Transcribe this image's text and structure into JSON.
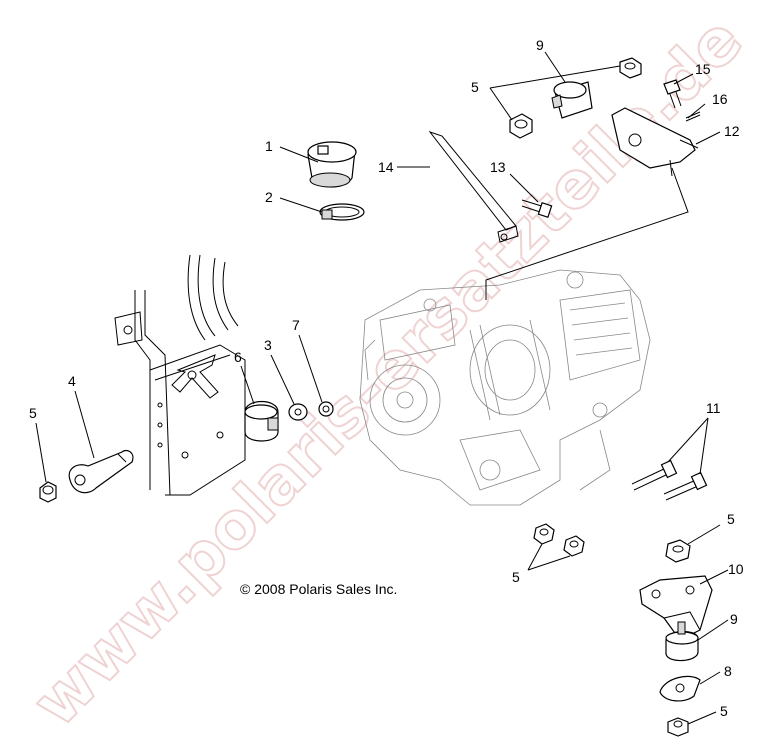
{
  "copyright": "© 2008 Polaris Sales Inc.",
  "watermark": "www.polaris-ersatzteile.de",
  "callouts": {
    "c1": "1",
    "c2": "2",
    "c3": "3",
    "c4": "4",
    "c5a": "5",
    "c5b": "5",
    "c5c": "5",
    "c5d": "5",
    "c5e": "5",
    "c6": "6",
    "c7": "7",
    "c8": "8",
    "c9a": "9",
    "c9b": "9",
    "c10": "10",
    "c11": "11",
    "c12": "12",
    "c13": "13",
    "c14": "14",
    "c15": "15",
    "c16": "16"
  },
  "colors": {
    "line": "#000000",
    "part_fill": "#ffffff",
    "shade": "#d9d9d9",
    "watermark": "#e2b0b0"
  }
}
